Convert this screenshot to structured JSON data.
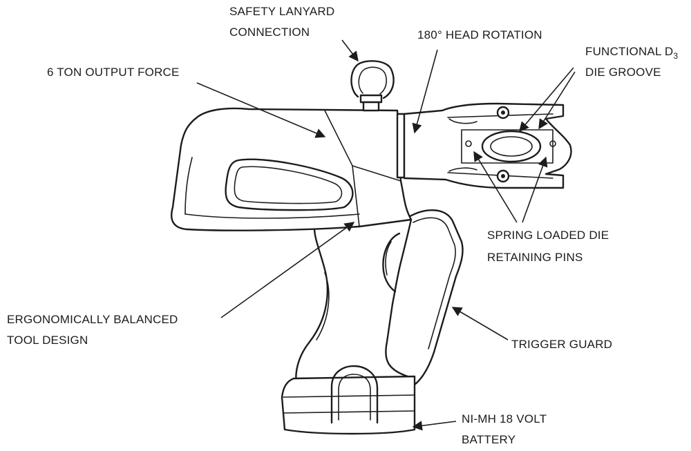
{
  "labels": {
    "safety_lanyard_line1": "SAFETY LANYARD",
    "safety_lanyard_line2": "CONNECTION",
    "head_rotation": "180° HEAD ROTATION",
    "functional_die_prefix": "FUNCTIONAL D",
    "functional_die_subscript": "3",
    "functional_die_line2": "DIE GROOVE",
    "output_force": "6 TON OUTPUT FORCE",
    "spring_pins_line1": "SPRING LOADED DIE",
    "spring_pins_line2": "RETAINING PINS",
    "ergonomic_line1": "ERGONOMICALLY BALANCED",
    "ergonomic_line2": "TOOL DESIGN",
    "trigger_guard": "TRIGGER GUARD",
    "battery_line1": "NI-MH 18 VOLT",
    "battery_line2": "BATTERY"
  },
  "colors": {
    "line": "#1c1c1c",
    "background": "#ffffff"
  }
}
